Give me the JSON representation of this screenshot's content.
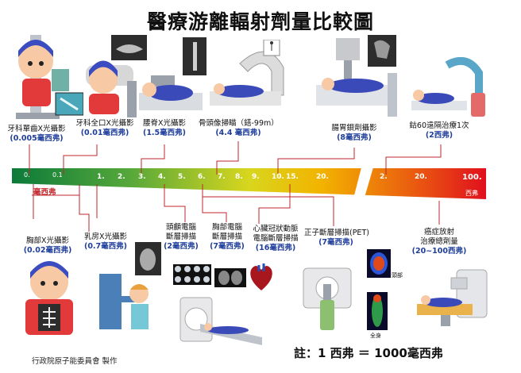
{
  "title": "醫療游離輻射劑量比較圖",
  "top_items": [
    {
      "label": "牙科單齒X光攝影",
      "dose": "(0.005毫西弗)"
    },
    {
      "label": "牙科全口X光攝影",
      "dose": "(0.01毫西弗)"
    },
    {
      "label": "腰脊X光攝影",
      "dose": "(1.5毫西弗)"
    },
    {
      "label": "骨頭像掃瞄（鎝-99m）",
      "dose": "(4.4 毫西弗)"
    },
    {
      "label": "腸胃鋇劑攝影",
      "dose": "(8毫西弗)"
    },
    {
      "label": "鈷60遠隔治療1次",
      "dose": "(2西弗)"
    }
  ],
  "bottom_items": [
    {
      "label": "胸部X光攝影",
      "dose": "(0.02毫西弗)"
    },
    {
      "label": "乳房X光攝影",
      "dose": "(0.7毫西弗)"
    },
    {
      "label1": "頭顱電腦",
      "label2": "斷層掃描",
      "dose": "(2毫西弗)"
    },
    {
      "label1": "胸部電腦",
      "label2": "斷層掃描",
      "dose": "(7毫西弗)"
    },
    {
      "label1": "心臟冠狀動脈",
      "label2": "電腦斷層掃描",
      "dose": "(16毫西弗)"
    },
    {
      "label": "正子斷層掃描(PET)",
      "dose": "(7毫西弗)",
      "sub1": "頭部",
      "sub2": "全身"
    },
    {
      "label1": "癌症放射",
      "label2": "治療總劑量",
      "dose": "(20~100西弗)"
    }
  ],
  "scale": {
    "left_ticks": [
      "0.",
      "0.1",
      "1.",
      "2.",
      "3.",
      "4.",
      "5.",
      "6.",
      "7.",
      "8.",
      "9.",
      "10.",
      "15.",
      "20."
    ],
    "right_ticks": [
      "2.",
      "20.",
      "100."
    ],
    "unit_left": "毫西弗",
    "unit_right": "西弗"
  },
  "note": "註：1 西弗 ＝ 1000毫西弗",
  "footer": "行政院原子能委員會 製作",
  "colors": {
    "gradient_start": "#0b7a3a",
    "gradient_mid": "#f2d500",
    "gradient_end": "#e0101e",
    "dose_text": "#1f3e9c",
    "leader": "#c1272d"
  }
}
